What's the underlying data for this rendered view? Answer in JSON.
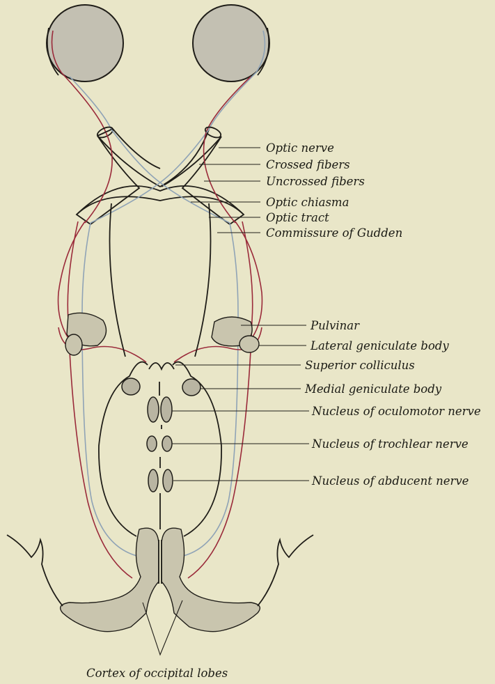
{
  "labels": {
    "optic_nerve": "Optic nerve",
    "crossed_fibers": "Crossed fibers",
    "uncrossed_fibers": "Uncrossed fibers",
    "optic_chiasma": "Optic chiasma",
    "optic_tract": "Optic tract",
    "commissure_of_gudden": "Commissure of Gudden",
    "pulvinar": "Pulvinar",
    "lateral_geniculate_body": "Lateral geniculate body",
    "superior_colliculus": "Superior colliculus",
    "medial_geniculate_body": "Medial geniculate body",
    "nucleus_oculomotor": "Nucleus of oculomotor nerve",
    "nucleus_trochlear": "Nucleus of trochlear nerve",
    "nucleus_abducent": "Nucleus of abducent nerve",
    "cortex_occipital": "Cortex of occipital lobes"
  },
  "colors": {
    "background": "#e9e6c8",
    "crossed_fiber": "#8fa3b6",
    "uncrossed_fiber": "#9a2a3a",
    "outline": "#1f1d18"
  }
}
